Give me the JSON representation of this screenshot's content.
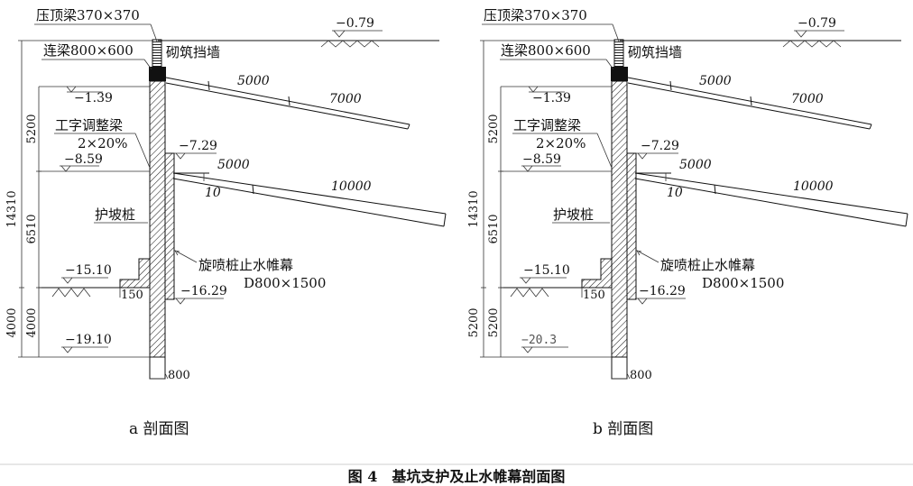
{
  "sections": [
    {
      "id": "a",
      "labels": {
        "top_beam": "压顶梁370×370",
        "retaining_wall": "砌筑挡墙",
        "tie_beam": "连梁800×600",
        "i_beam": "工字调整梁",
        "i_beam_spec": "2×20%",
        "pile": "护坡桩",
        "curtain": "旋喷桩止水帷幕",
        "curtain_spec": "D800×1500"
      },
      "elevations": {
        "ground": "−0.79",
        "e1": "−1.39",
        "e2": "−7.29",
        "e3": "−8.59",
        "e4": "−15.10",
        "e5": "−16.29",
        "e6": "−19.10"
      },
      "dims": {
        "total": "14310",
        "seg1": "5200",
        "seg2": "6510",
        "seg3_outer": "4000",
        "seg3_inner": "4000",
        "step": "150",
        "pile_width": "800"
      },
      "anchors": {
        "a1_free": "5000",
        "a1_bond": "7000",
        "a2_free": "5000",
        "a2_bond": "10000",
        "a2_angle": "10"
      },
      "subtitle": "a 剖面图"
    },
    {
      "id": "b",
      "labels": {
        "top_beam": "压顶梁370×370",
        "retaining_wall": "砌筑挡墙",
        "tie_beam": "连梁800×600",
        "i_beam": "工字调整梁",
        "i_beam_spec": "2×20%",
        "pile": "护坡桩",
        "curtain": "旋喷桩止水帷幕",
        "curtain_spec": "D800×1500"
      },
      "elevations": {
        "ground": "−0.79",
        "e1": "−1.39",
        "e2": "−7.29",
        "e3": "−8.59",
        "e4": "−15.10",
        "e5": "−16.29",
        "e6": "−20.3"
      },
      "dims": {
        "total": "14310",
        "seg1": "5200",
        "seg2": "6510",
        "seg3_outer": "5200",
        "seg3_inner": "5200",
        "step": "150",
        "pile_width": "800"
      },
      "anchors": {
        "a1_free": "5000",
        "a1_bond": "7000",
        "a2_free": "5000",
        "a2_bond": "10000",
        "a2_angle": "10"
      },
      "subtitle": "b 剖面图"
    }
  ],
  "caption": "图 4　基坑支护及止水帷幕剖面图"
}
